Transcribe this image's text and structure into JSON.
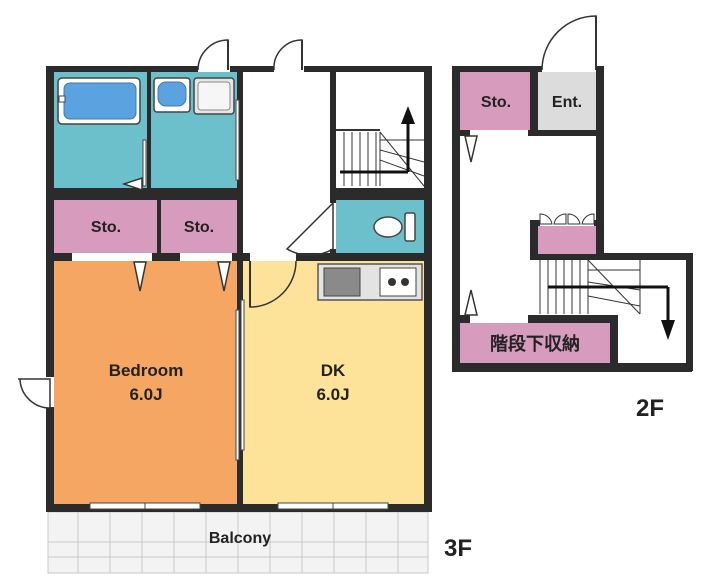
{
  "plan": {
    "floors": {
      "third": "3F",
      "second": "2F"
    },
    "rooms": {
      "bedroom_name": "Bedroom",
      "bedroom_size": "6.0J",
      "dk_name": "DK",
      "dk_size": "6.0J",
      "storage_1": "Sto.",
      "storage_2": "Sto.",
      "storage_2f": "Sto.",
      "entrance_2f": "Ent.",
      "understairs_storage": "階段下収納",
      "balcony": "Balcony"
    },
    "colors": {
      "wall": "#2b2b2b",
      "bedroom": "#f5a663",
      "dk": "#fde39a",
      "wet_area": "#6cc0cb",
      "storage": "#d79bbd",
      "entrance": "#dcdcdc",
      "balcony": "#f3f3f3"
    },
    "icons": [
      "bathtub-icon",
      "washbasin-icon",
      "washing-machine-icon",
      "toilet-icon",
      "kitchen-sink-icon",
      "stove-icon",
      "stairs-icon",
      "door-swing-icon"
    ]
  }
}
